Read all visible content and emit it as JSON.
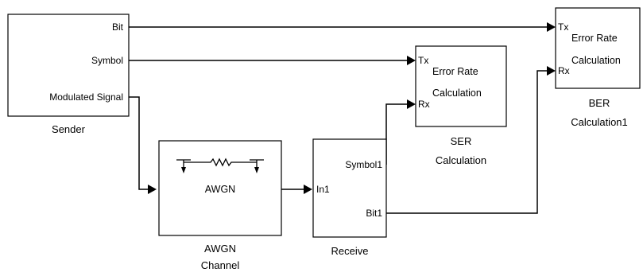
{
  "blocks": {
    "sender": {
      "caption": "Sender",
      "out_ports": [
        "Bit",
        "Symbol",
        "Modulated Signal"
      ]
    },
    "awgn": {
      "label": "AWGN",
      "caption_line1": "AWGN",
      "caption_line2": "Channel"
    },
    "receive": {
      "caption": "Receive",
      "in_port": "In1",
      "out_ports": [
        "Symbol1",
        "Bit1"
      ]
    },
    "ser": {
      "tx_port": "Tx",
      "rx_port": "Rx",
      "title_line1": "Error Rate",
      "title_line2": "Calculation",
      "caption_line1": "SER",
      "caption_line2": "Calculation"
    },
    "ber": {
      "tx_port": "Tx",
      "rx_port": "Rx",
      "title_line1": "Error Rate",
      "title_line2": "Calculation",
      "caption_line1": "BER",
      "caption_line2": "Calculation1"
    }
  }
}
